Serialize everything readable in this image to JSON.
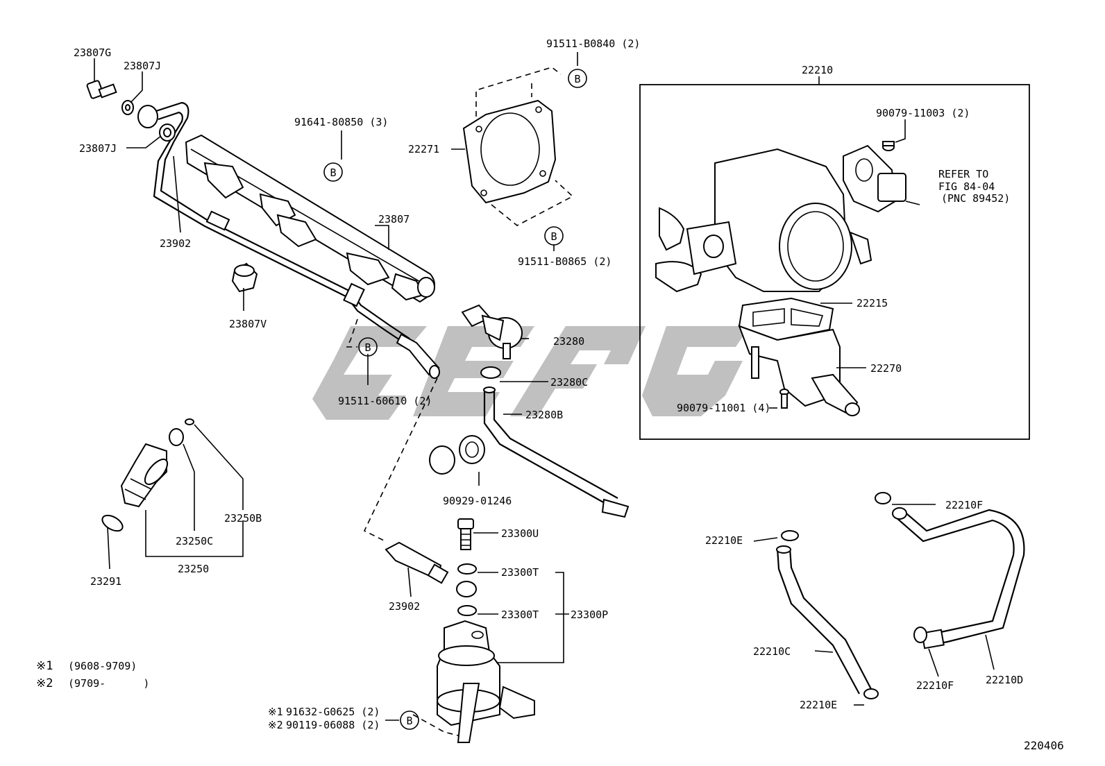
{
  "diagram_id": "220406",
  "legend": [
    {
      "mark": "※1",
      "range": "(9608-9709)"
    },
    {
      "mark": "※2",
      "range": "(9709-      )"
    }
  ],
  "callout_letter": "B",
  "parts": {
    "p23807G": "23807G",
    "p23807J_a": "23807J",
    "p23807J_b": "23807J",
    "p23902_a": "23902",
    "p23807V": "23807V",
    "p91641": "91641-80850 (3)",
    "p23807": "23807",
    "p91511_60610": "91511-60610 (2)",
    "p91511_B0840": "91511-B0840 (2)",
    "p22271": "22271",
    "p91511_B0865": "91511-B0865 (2)",
    "p22210": "22210",
    "p90079_11003": "90079-11003 (2)",
    "refer_1": "REFER TO",
    "refer_2": "FIG 84-04",
    "refer_3": "(PNC 89452)",
    "p22215": "22215",
    "p22270": "22270",
    "p90079_11001": "90079-11001 (4)",
    "p23280": "23280",
    "p23280C": "23280C",
    "p23280B": "23280B",
    "p90929": "90929-01246",
    "p23300U": "23300U",
    "p23300T_a": "23300T",
    "p23300T_b": "23300T",
    "p23300P": "23300P",
    "p23902_b": "23902",
    "p91632_mark": "※1",
    "p91632": "91632-G0625 (2)",
    "p90119_mark": "※2",
    "p90119": "90119-06088 (2)",
    "p23250B": "23250B",
    "p23250C": "23250C",
    "p23250": "23250",
    "p23291": "23291",
    "p22210E_a": "22210E",
    "p22210E_b": "22210E",
    "p22210C": "22210C",
    "p22210F_a": "22210F",
    "p22210F_b": "22210F",
    "p22210D": "22210D"
  }
}
